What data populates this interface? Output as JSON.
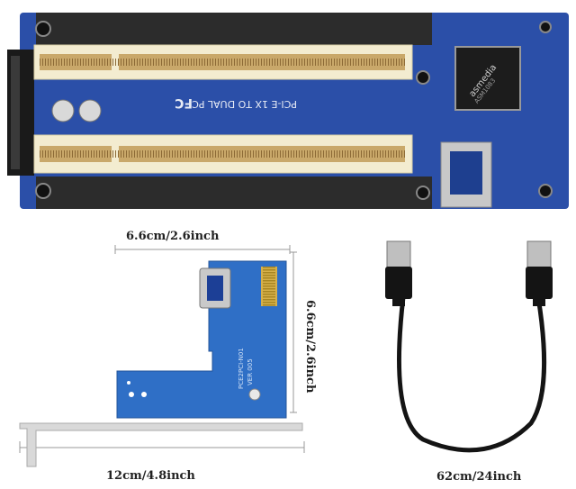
{
  "board": {
    "silkscreen_title": "PCI-E 1X TO DUAL PCI",
    "chip_brand": "asmedia",
    "chip_model": "ASM1083",
    "cert_mark": "FC",
    "colors": {
      "pcb": "#2b4fa8",
      "slot": "#f3ecd0",
      "bracket": "#2a2a2a"
    }
  },
  "adapter": {
    "silkscreen_model": "PCE2PCI-N01",
    "silkscreen_version": "VER 005"
  },
  "dimensions": {
    "width": "6.6cm/2.6inch",
    "height": "6.6cm/2.6inch",
    "bracket": "12cm/4.8inch",
    "cable": "62cm/24inch"
  }
}
